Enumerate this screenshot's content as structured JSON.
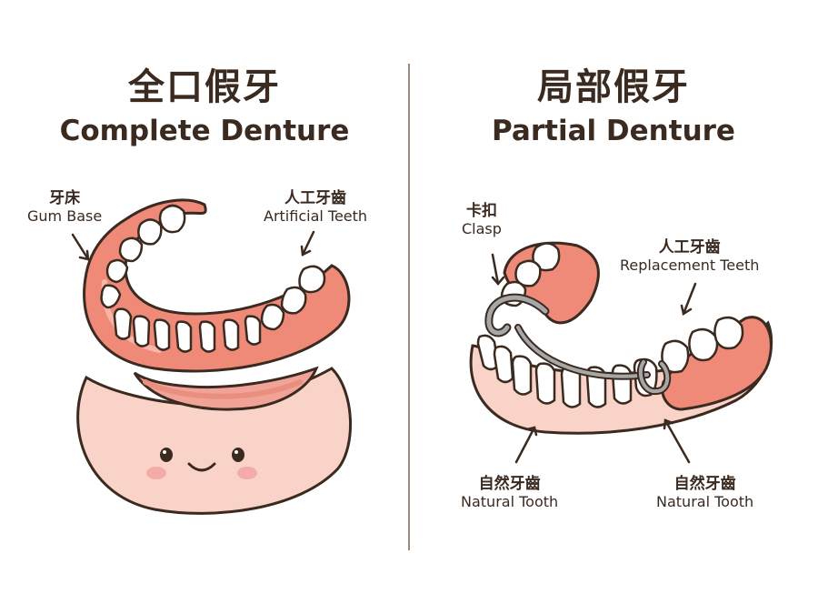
{
  "complete": {
    "title_cn": "全口假牙",
    "title_en": "Complete Denture",
    "gum_base": {
      "cn": "牙床",
      "en": "Gum Base"
    },
    "artificial_teeth": {
      "cn": "人工牙齒",
      "en": "Artificial Teeth"
    }
  },
  "partial": {
    "title_cn": "局部假牙",
    "title_en": "Partial Denture",
    "clasp": {
      "cn": "卡扣",
      "en": "Clasp"
    },
    "replacement_teeth": {
      "cn": "人工牙齒",
      "en": "Replacement Teeth"
    },
    "natural_tooth_left": {
      "cn": "自然牙齒",
      "en": "Natural Tooth"
    },
    "natural_tooth_right": {
      "cn": "自然牙齒",
      "en": "Natural Tooth"
    }
  },
  "colors": {
    "gum": "#f08a78",
    "gum_light": "#f7c9bd",
    "face": "#f9d3c7",
    "tooth": "#ffffff",
    "outline": "#3a2a20",
    "clasp": "#9a9a9a"
  }
}
